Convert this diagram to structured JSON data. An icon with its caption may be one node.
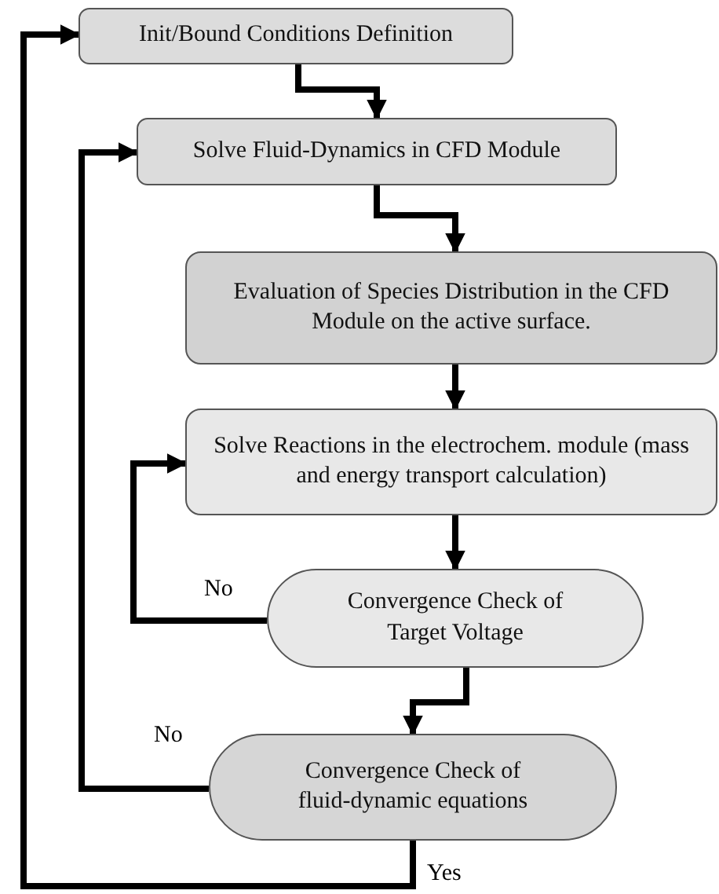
{
  "diagram": {
    "nodes": [
      {
        "text": [
          "Init/Bound Conditions Definition"
        ]
      },
      {
        "text": [
          "Solve Fluid-Dynamics in CFD Module"
        ]
      },
      {
        "text": [
          "Evaluation of Species Distribution in the CFD Module on the active surface."
        ]
      },
      {
        "text": [
          "Solve Reactions in the electrochem. module (mass and energy transport calculation)"
        ]
      },
      {
        "text": [
          "Convergence Check of Target Voltage"
        ]
      },
      {
        "text": [
          "Convergence Check of fluid-dynamic equations"
        ]
      }
    ],
    "edges": [
      {
        "from": 0,
        "to": 1,
        "arrow": "to"
      },
      {
        "from": 1,
        "to": 2,
        "arrow": "to"
      },
      {
        "from": 2,
        "to": 3,
        "arrow": "to"
      },
      {
        "from": 3,
        "to": 4,
        "arrow": "to"
      },
      {
        "from": 4,
        "to": 3,
        "arrow": "to",
        "label": "No"
      },
      {
        "from": 4,
        "to": 5,
        "arrow": "to"
      },
      {
        "from": 5,
        "to": 1,
        "arrow": "to",
        "label": "No"
      },
      {
        "from": 5,
        "to": 0,
        "arrow": "to",
        "label": "Yes"
      }
    ]
  }
}
